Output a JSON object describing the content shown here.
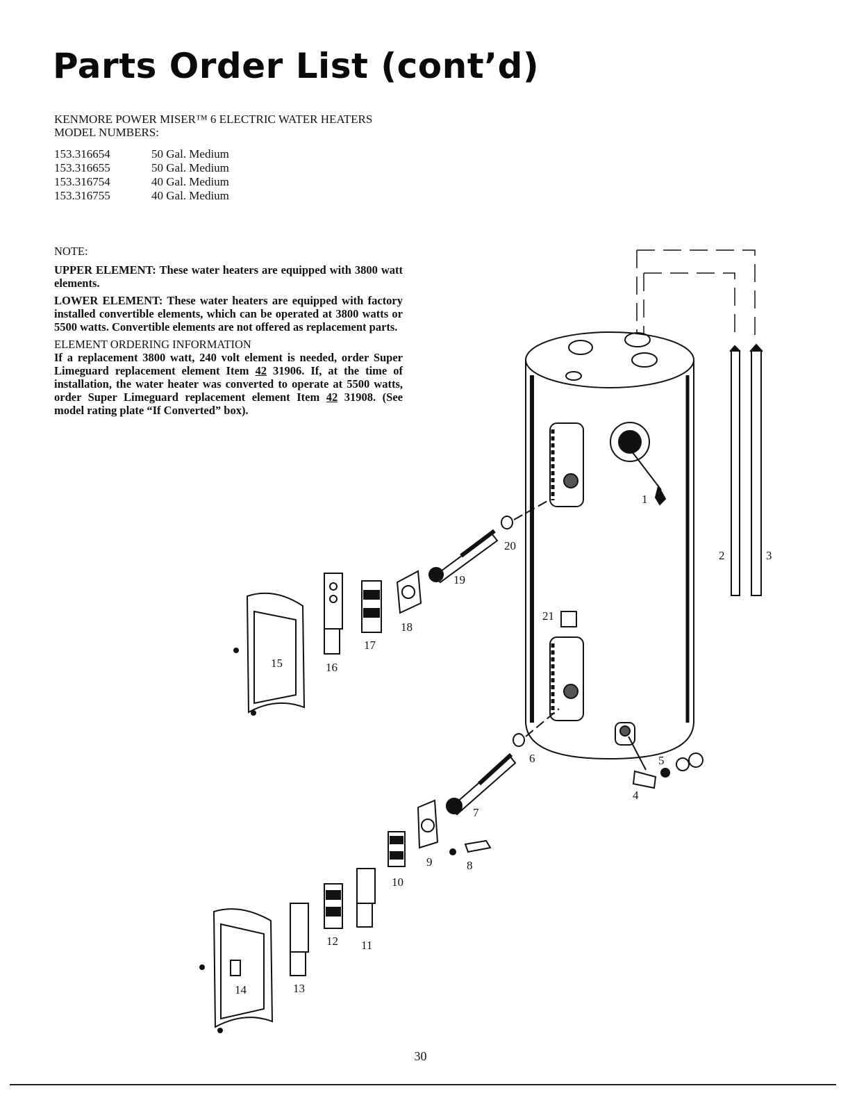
{
  "page": {
    "title": "Parts Order List (cont’d)",
    "heading_line1": "KENMORE POWER MISER™ 6 ELECTRIC WATER HEATERS",
    "heading_line2": "MODEL NUMBERS:",
    "models": [
      {
        "number": "153.316654",
        "desc": "50 Gal. Medium"
      },
      {
        "number": "153.316655",
        "desc": "50 Gal. Medium"
      },
      {
        "number": "153.316754",
        "desc": "40 Gal. Medium"
      },
      {
        "number": "153.316755",
        "desc": "40 Gal. Medium"
      }
    ],
    "page_number": "30"
  },
  "note": {
    "label": "NOTE:",
    "upper_title": "UPPER ELEMENT:",
    "upper_text": " These water heaters are equipped with 3800 watt elements.",
    "lower_title": "LOWER ELEMENT:",
    "lower_text": " These water heaters are equipped with factory installed convertible elements, which can be operated at 3800 watts or 5500 watts. Convertible elements are not offered as replacement parts.",
    "ordering_title": "ELEMENT ORDERING INFORMATION",
    "ordering_p1": "If a replacement 3800 watt, 240 volt element is needed, order Super Limeguard replacement element Item ",
    "ordering_item": "42",
    "ordering_p2": " 31906. If, at the time of installation, the water heater was converted to operate at 5500 watts, order Super Limeguard replacement element Item ",
    "ordering_item2": "42",
    "ordering_p3": " 31908. (See model rating plate “If Converted” box)."
  },
  "diagram": {
    "part_labels": [
      "1",
      "2",
      "3",
      "4",
      "5",
      "6",
      "7",
      "8",
      "9",
      "10",
      "11",
      "12",
      "13",
      "14",
      "15",
      "16",
      "17",
      "18",
      "19",
      "20",
      "21"
    ]
  }
}
